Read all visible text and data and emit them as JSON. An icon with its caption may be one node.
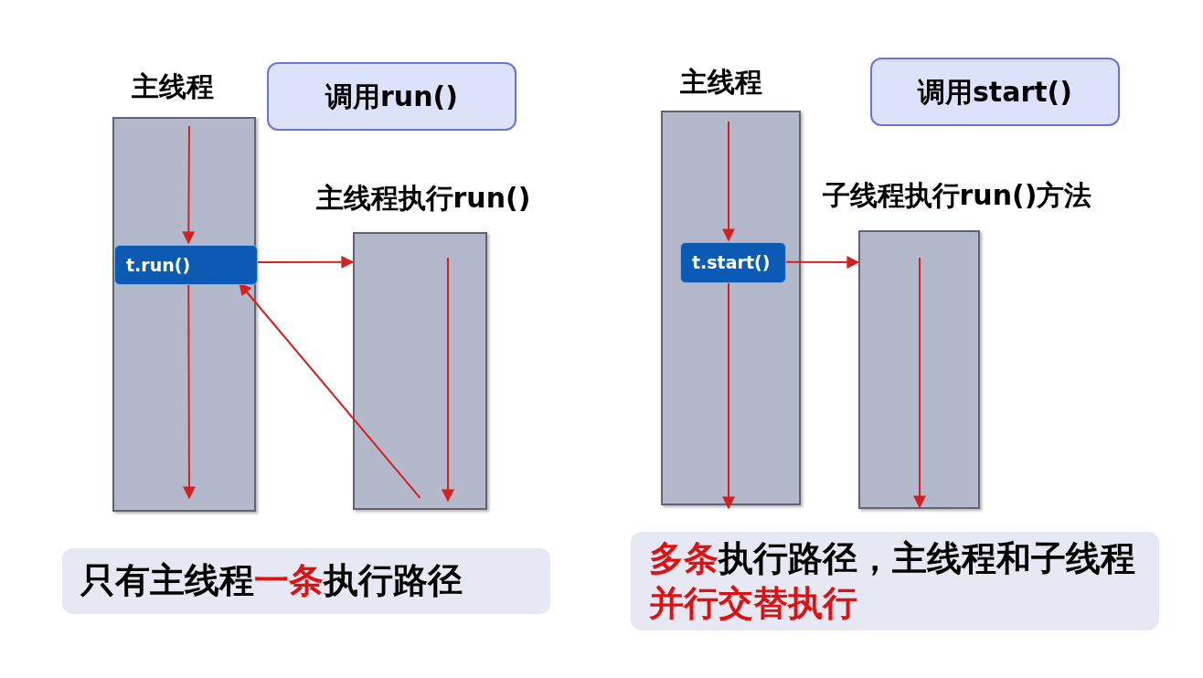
{
  "diagram": {
    "nodes": [
      {
        "text": [
          "主线程"
        ]
      },
      {
        "text": [
          "调用run()"
        ]
      },
      {
        "text": [
          "t.run()"
        ],
        "in": 0
      },
      {
        "text": [
          "主线程执行run()"
        ]
      },
      {
        "text": [
          "只有主线程**一条**执行路径"
        ]
      },
      {
        "text": [
          "主线程"
        ]
      },
      {
        "text": [
          "调用start()"
        ]
      },
      {
        "text": [
          "t.start()"
        ],
        "in": 5
      },
      {
        "text": [
          "子线程执行run()方法"
        ]
      },
      {
        "text": [
          "**多条**执行路径，主线程和子线程**并行交替执行**"
        ]
      }
    ],
    "edges": [
      {
        "from": null,
        "to": 2,
        "arrow": "to"
      },
      {
        "from": 2,
        "to": null,
        "arrow": "to"
      },
      {
        "from": 2,
        "to": 3,
        "arrow": "to"
      },
      {
        "from": 3,
        "to": 2,
        "arrow": "to"
      },
      {
        "from": null,
        "to": 7,
        "arrow": "to"
      },
      {
        "from": 7,
        "to": null,
        "arrow": "to"
      },
      {
        "from": 7,
        "to": 8,
        "arrow": "to"
      }
    ]
  }
}
